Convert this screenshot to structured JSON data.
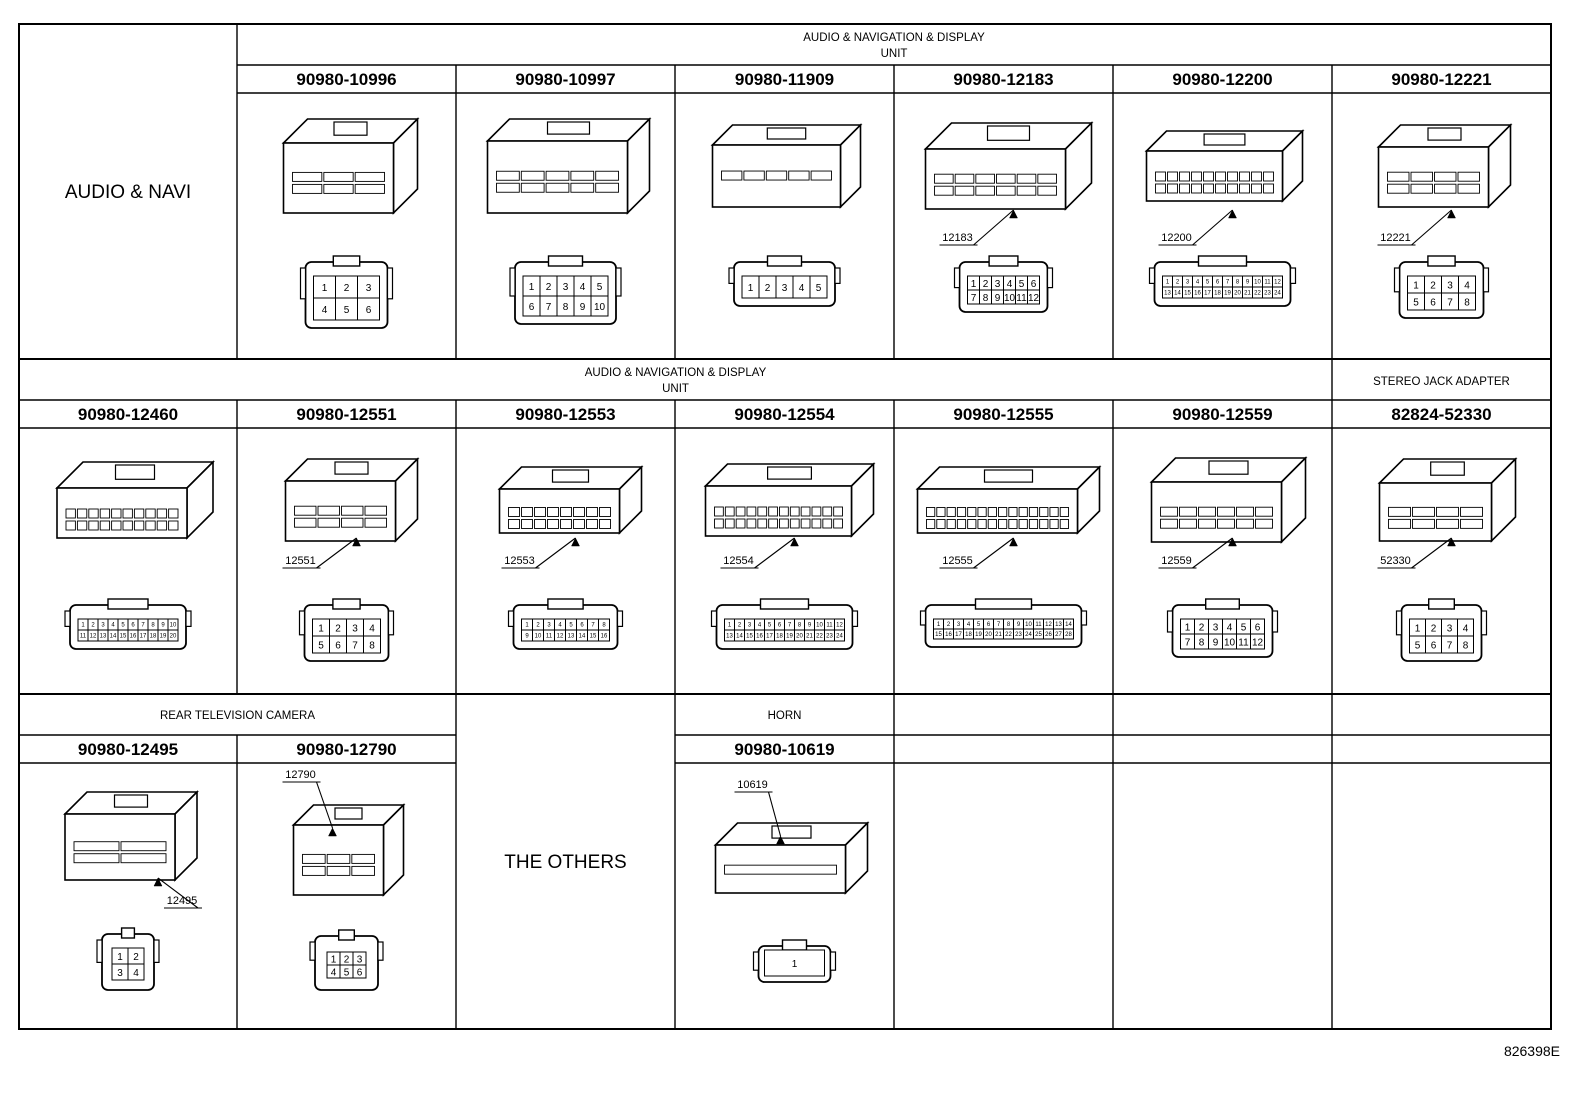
{
  "title": "",
  "reference_code": "826398E",
  "row1": {
    "label": "AUDIO & NAVI",
    "group_header": [
      "AUDIO & NAVIGATION & DISPLAY",
      "UNIT"
    ],
    "parts": [
      {
        "part_number": "90980-10996",
        "pins": [
          "1",
          "2",
          "3",
          "4",
          "5",
          "6"
        ]
      },
      {
        "part_number": "90980-10997",
        "pins": [
          "1",
          "2",
          "3",
          "4",
          "5",
          "6",
          "7",
          "8",
          "9",
          "10"
        ]
      },
      {
        "part_number": "90980-11909",
        "pins": [
          "1",
          "2",
          "3",
          "4",
          "5"
        ]
      },
      {
        "part_number": "90980-12183",
        "callout": "12183",
        "pins": [
          "1",
          "2",
          "3",
          "4",
          "5",
          "6",
          "7",
          "8",
          "9",
          "10",
          "11",
          "12"
        ]
      },
      {
        "part_number": "90980-12200",
        "callout": "12200",
        "pins": [
          "1",
          "2",
          "3",
          "4",
          "5",
          "6",
          "7",
          "8",
          "9",
          "10",
          "11",
          "12",
          "13",
          "14",
          "15",
          "16",
          "17",
          "18",
          "19",
          "20",
          "21",
          "22",
          "23",
          "24"
        ]
      },
      {
        "part_number": "90980-12221",
        "callout": "12221",
        "pins": [
          "1",
          "2",
          "3",
          "4",
          "5",
          "6",
          "7",
          "8"
        ]
      }
    ]
  },
  "row2": {
    "group_header": [
      "AUDIO & NAVIGATION & DISPLAY",
      "UNIT"
    ],
    "stereo_header": "STEREO JACK ADAPTER",
    "parts": [
      {
        "part_number": "90980-12460",
        "pins": [
          "1",
          "2",
          "3",
          "4",
          "5",
          "6",
          "7",
          "8",
          "9",
          "10",
          "11",
          "12",
          "13",
          "14",
          "15",
          "16",
          "17",
          "18",
          "19",
          "20"
        ]
      },
      {
        "part_number": "90980-12551",
        "callout": "12551",
        "pins": [
          "1",
          "2",
          "3",
          "4",
          "5",
          "6",
          "7",
          "8"
        ]
      },
      {
        "part_number": "90980-12553",
        "callout": "12553",
        "pins": [
          "1",
          "2",
          "3",
          "4",
          "5",
          "6",
          "7",
          "8",
          "9",
          "10",
          "11",
          "12",
          "13",
          "14",
          "15",
          "16"
        ]
      },
      {
        "part_number": "90980-12554",
        "callout": "12554",
        "pins": [
          "1",
          "2",
          "3",
          "4",
          "5",
          "6",
          "7",
          "8",
          "9",
          "10",
          "11",
          "12",
          "13",
          "14",
          "15",
          "16",
          "17",
          "18",
          "19",
          "20",
          "21",
          "22",
          "23",
          "24"
        ]
      },
      {
        "part_number": "90980-12555",
        "callout": "12555",
        "pins": [
          "1",
          "2",
          "3",
          "4",
          "5",
          "6",
          "7",
          "8",
          "9",
          "10",
          "11",
          "12",
          "13",
          "14",
          "15",
          "16",
          "17",
          "18",
          "19",
          "20",
          "21",
          "22",
          "23",
          "24",
          "25",
          "26",
          "27",
          "28"
        ]
      },
      {
        "part_number": "90980-12559",
        "callout": "12559",
        "pins": [
          "1",
          "2",
          "3",
          "4",
          "5",
          "6",
          "7",
          "8",
          "9",
          "10",
          "11",
          "12"
        ]
      },
      {
        "part_number": "82824-52330",
        "callout": "52330",
        "pins": [
          "1",
          "2",
          "3",
          "4",
          "5",
          "6",
          "7",
          "8"
        ]
      }
    ]
  },
  "row3": {
    "camera_header": "REAR TELEVISION CAMERA",
    "others_label": "THE OTHERS",
    "horn_header": "HORN",
    "parts": [
      {
        "part_number": "90980-12495",
        "callout": "12495",
        "pins": [
          "1",
          "2",
          "3",
          "4"
        ]
      },
      {
        "part_number": "90980-12790",
        "callout": "12790",
        "pins": [
          "1",
          "2",
          "3",
          "4",
          "5",
          "6"
        ]
      },
      {
        "part_number": "90980-10619",
        "callout": "10619",
        "pins": [
          "1"
        ]
      }
    ]
  }
}
